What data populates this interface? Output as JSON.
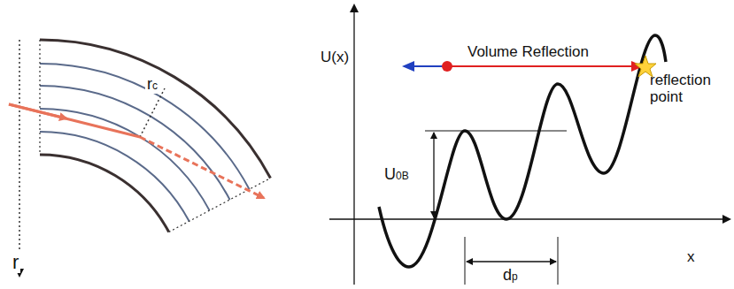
{
  "diagram": {
    "labels": [
      "rc",
      "r",
      "U(x)",
      "Volume Reflection",
      "reflection point",
      "U0B",
      "dp",
      "x"
    ]
  }
}
